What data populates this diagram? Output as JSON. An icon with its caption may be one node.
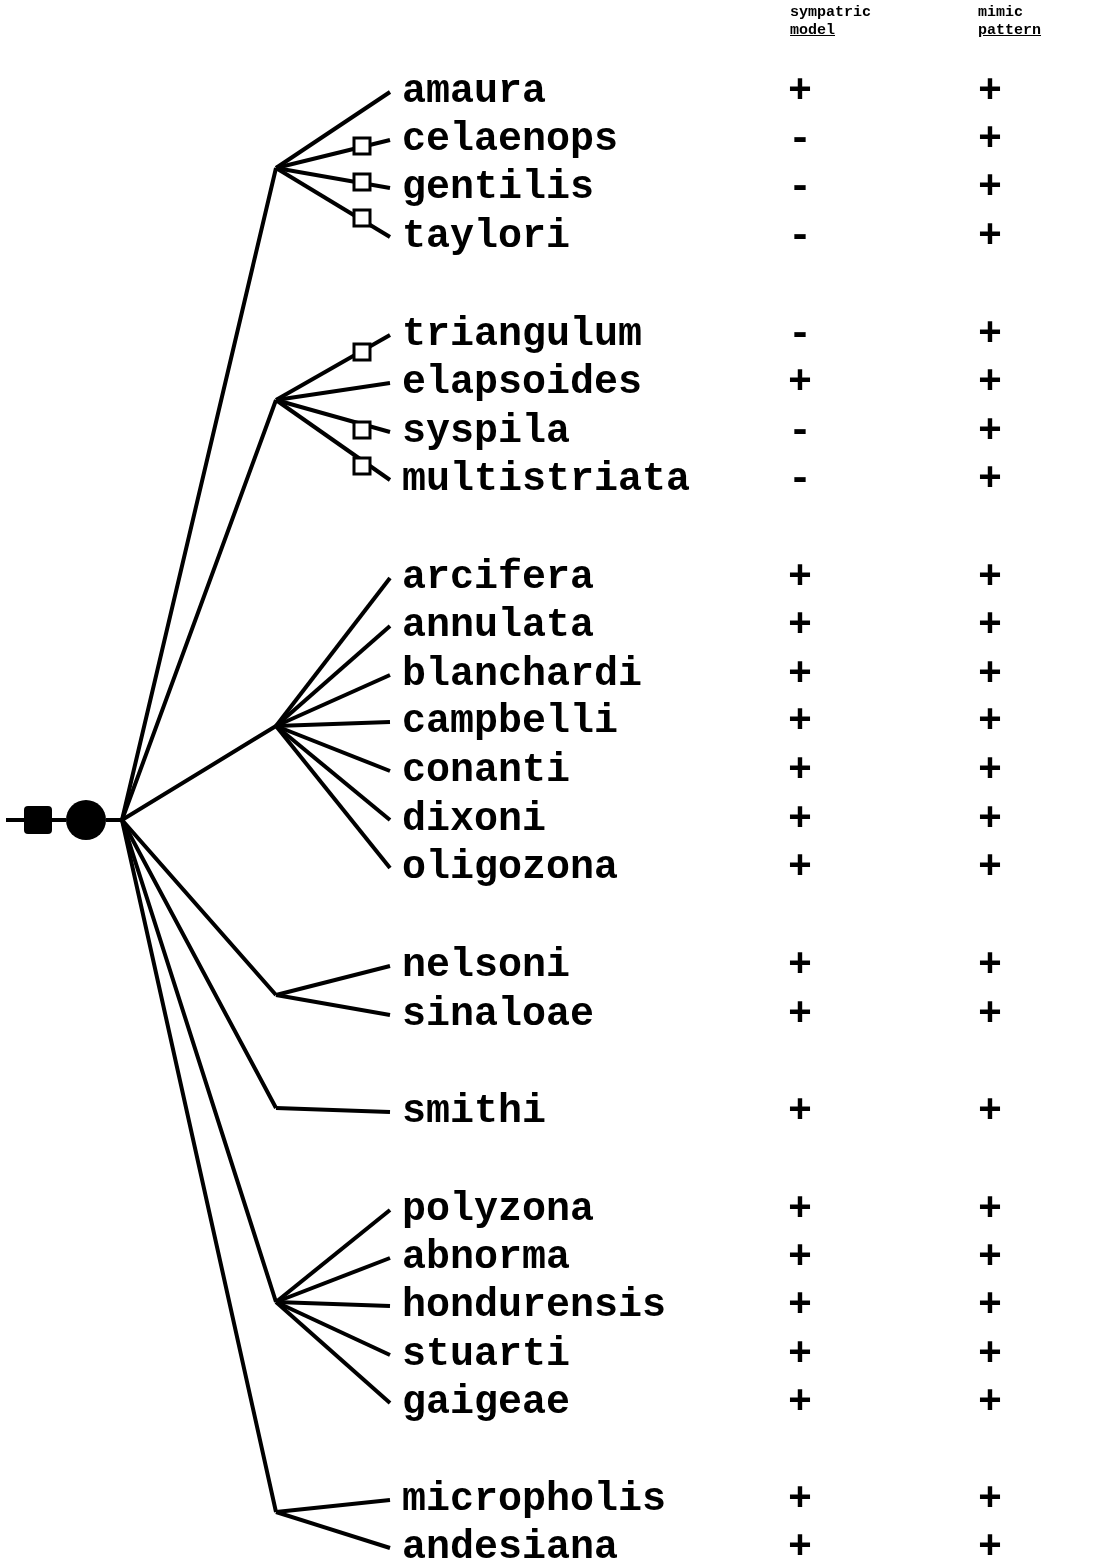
{
  "diagram": {
    "nodes": [
      {
        "text": [],
        "shape": "box"
      },
      {
        "text": [],
        "shape": "circle"
      },
      {
        "text": [
          "amaura"
        ]
      },
      {
        "text": [
          "celaenops"
        ]
      },
      {
        "text": [
          "gentilis"
        ]
      },
      {
        "text": [
          "taylori"
        ]
      },
      {
        "text": [
          "triangulum"
        ]
      },
      {
        "text": [
          "elapsoides"
        ]
      },
      {
        "text": [
          "syspila"
        ]
      },
      {
        "text": [
          "multistriata"
        ]
      },
      {
        "text": [
          "arcifera"
        ]
      },
      {
        "text": [
          "annulata"
        ]
      },
      {
        "text": [
          "blanchardi"
        ]
      },
      {
        "text": [
          "campbelli"
        ]
      },
      {
        "text": [
          "conanti"
        ]
      },
      {
        "text": [
          "dixoni"
        ]
      },
      {
        "text": [
          "oligozona"
        ]
      },
      {
        "text": [
          "nelsoni"
        ]
      },
      {
        "text": [
          "sinaloae"
        ]
      },
      {
        "text": [
          "smithi"
        ]
      },
      {
        "text": [
          "polyzona"
        ]
      },
      {
        "text": [
          "abnorma"
        ]
      },
      {
        "text": [
          "hondurensis"
        ]
      },
      {
        "text": [
          "stuarti"
        ]
      },
      {
        "text": [
          "gaigeae"
        ]
      },
      {
        "text": [
          "micropholis"
        ]
      },
      {
        "text": [
          "andesiana"
        ]
      }
    ],
    "edges": [
      {
        "from": null,
        "to": 0,
        "arrow": "none"
      },
      {
        "from": 0,
        "to": 1,
        "arrow": "none"
      },
      {
        "from": 1,
        "to": null,
        "arrow": "none"
      },
      {
        "from": 1,
        "to": null,
        "arrow": "none"
      },
      {
        "from": 1,
        "to": null,
        "arrow": "none"
      },
      {
        "from": 1,
        "to": null,
        "arrow": "none"
      },
      {
        "from": 1,
        "to": null,
        "arrow": "none"
      },
      {
        "from": 1,
        "to": null,
        "arrow": "none"
      },
      {
        "from": 1,
        "to": null,
        "arrow": "none"
      },
      {
        "from": null,
        "to": 2,
        "arrow": "none"
      },
      {
        "from": null,
        "to": 3,
        "arrow": "none"
      },
      {
        "from": null,
        "to": 4,
        "arrow": "none"
      },
      {
        "from": null,
        "to": 5,
        "arrow": "none"
      },
      {
        "from": null,
        "to": 6,
        "arrow": "none"
      },
      {
        "from": null,
        "to": 7,
        "arrow": "none"
      },
      {
        "from": null,
        "to": 8,
        "arrow": "none"
      },
      {
        "from": null,
        "to": 9,
        "arrow": "none"
      },
      {
        "from": null,
        "to": 10,
        "arrow": "none"
      },
      {
        "from": null,
        "to": 11,
        "arrow": "none"
      },
      {
        "from": null,
        "to": 12,
        "arrow": "none"
      },
      {
        "from": null,
        "to": 13,
        "arrow": "none"
      },
      {
        "from": null,
        "to": 14,
        "arrow": "none"
      },
      {
        "from": null,
        "to": 15,
        "arrow": "none"
      },
      {
        "from": null,
        "to": 16,
        "arrow": "none"
      },
      {
        "from": null,
        "to": 17,
        "arrow": "none"
      },
      {
        "from": null,
        "to": 18,
        "arrow": "none"
      },
      {
        "from": null,
        "to": 19,
        "arrow": "none"
      },
      {
        "from": null,
        "to": 20,
        "arrow": "none"
      },
      {
        "from": null,
        "to": 21,
        "arrow": "none"
      },
      {
        "from": null,
        "to": 22,
        "arrow": "none"
      },
      {
        "from": null,
        "to": 23,
        "arrow": "none"
      },
      {
        "from": null,
        "to": 24,
        "arrow": "none"
      },
      {
        "from": null,
        "to": 25,
        "arrow": "none"
      },
      {
        "from": null,
        "to": 26,
        "arrow": "none"
      }
    ],
    "labels": [
      "sympatric",
      "mimic",
      "model",
      "pattern",
      "+",
      "+",
      "-",
      "+",
      "-",
      "+",
      "-",
      "+",
      "-",
      "+",
      "+",
      "+",
      "-",
      "+",
      "-",
      "+",
      "+",
      "+",
      "+",
      "+",
      "+",
      "+",
      "+",
      "+",
      "+",
      "+",
      "+",
      "+",
      "+",
      "+",
      "+",
      "+",
      "+",
      "+",
      "+",
      "+",
      "+",
      "+",
      "+",
      "+",
      "+",
      "+",
      "+",
      "+",
      "+",
      "+",
      "+",
      "+",
      "+",
      "+"
    ]
  }
}
